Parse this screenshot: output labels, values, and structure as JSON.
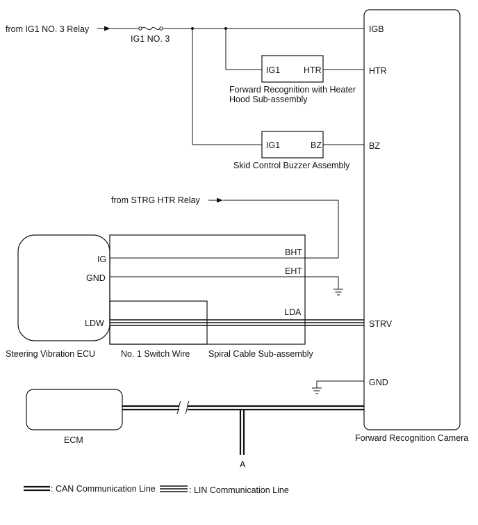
{
  "sources": {
    "ig1_relay": "from IG1 NO. 3 Relay",
    "strg_relay": "from STRG HTR Relay"
  },
  "fuse": {
    "label": "IG1 NO. 3"
  },
  "camera": {
    "name": "Forward Recognition Camera",
    "pins": {
      "igb": "IGB",
      "htr": "HTR",
      "bz": "BZ",
      "strv": "STRV",
      "gnd": "GND"
    }
  },
  "heater": {
    "name_line1": "Forward Recognition with Heater",
    "name_line2": "Hood Sub-assembly",
    "pins": {
      "ig1": "IG1",
      "htr": "HTR"
    }
  },
  "buzzer": {
    "name": "Skid Control Buzzer Assembly",
    "pins": {
      "ig1": "IG1",
      "bz": "BZ"
    }
  },
  "steering_ecu": {
    "name": "Steering Vibration ECU",
    "pins": {
      "ig": "IG",
      "gnd": "GND",
      "ldw": "LDW"
    }
  },
  "spiral_cable": {
    "name": "Spiral Cable Sub-assembly",
    "pins": {
      "bht": "BHT",
      "eht": "EHT",
      "lda": "LDA"
    }
  },
  "switch_wire": {
    "name": "No. 1 Switch Wire"
  },
  "ecm": {
    "name": "ECM"
  },
  "connector_a": "A",
  "legend": {
    "can": ": CAN Communication Line",
    "lin": ": LIN Communication Line"
  }
}
